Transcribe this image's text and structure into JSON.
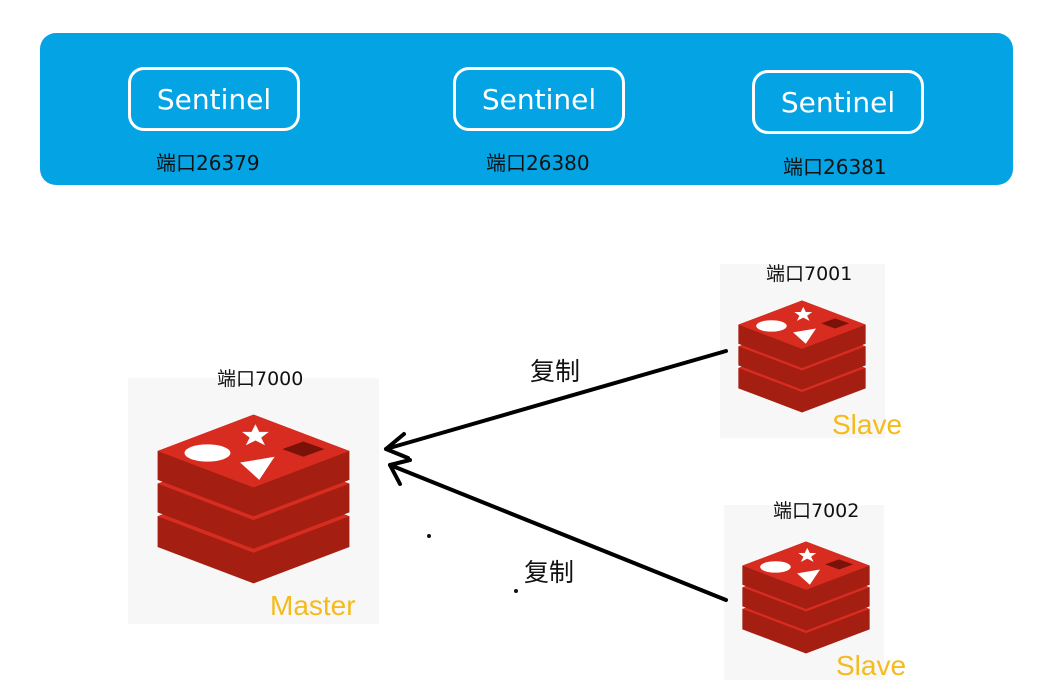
{
  "sentinels": [
    {
      "label": "Sentinel",
      "port": "端口26379"
    },
    {
      "label": "Sentinel",
      "port": "端口26380"
    },
    {
      "label": "Sentinel",
      "port": "端口26381"
    }
  ],
  "master": {
    "port": "端口7000",
    "role": "Master"
  },
  "slaves": [
    {
      "port": "端口7001",
      "role": "Slave"
    },
    {
      "port": "端口7002",
      "role": "Slave"
    }
  ],
  "replication": [
    {
      "label": "复制"
    },
    {
      "label": "复制"
    }
  ],
  "colors": {
    "sentinel_bar": "#03a3e4",
    "role_text": "#f5bb1c",
    "redis_red": "#d82c20",
    "redis_dark": "#a41e11"
  },
  "icons": {
    "redis": "redis-logo-icon"
  }
}
